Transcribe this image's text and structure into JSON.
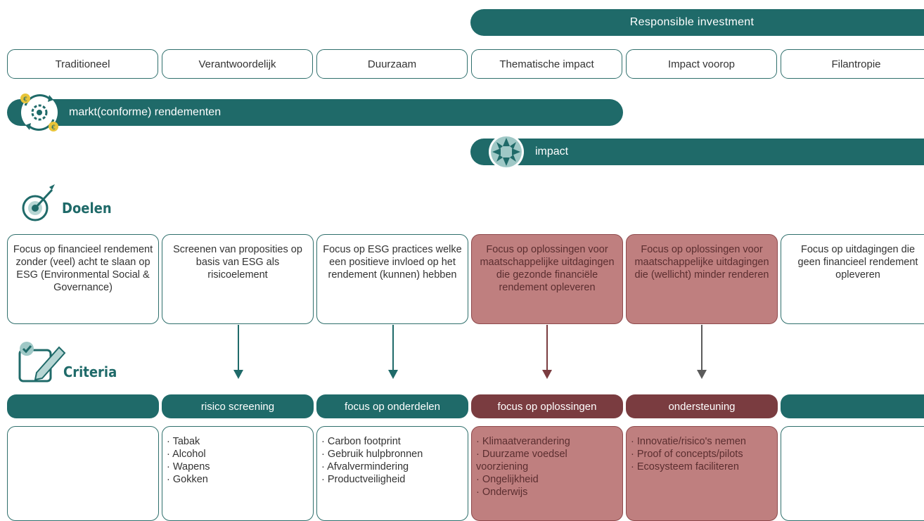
{
  "header": {
    "responsible_label": "Responsible investment"
  },
  "categories": [
    "Traditioneel",
    "Verantwoordelijk",
    "Duurzaam",
    "Thematische impact",
    "Impact voorop",
    "Filantropie"
  ],
  "bands": {
    "market": "markt(conforme) rendementen",
    "impact": "impact"
  },
  "sections": {
    "doelen": "Doelen",
    "criteria": "Criteria"
  },
  "goals": [
    "Focus op financieel rendement zonder (veel) acht te slaan op ESG (Environmental Social & Governance)",
    "Screenen van proposities op basis van ESG als risicoelement",
    "Focus op ESG practices welke een positieve invloed op het rendement (kunnen) hebben",
    "Focus op oplossingen voor maatschappelijke uitdagingen die gezonde financiële rendement opleveren",
    "Focus op oplossingen voor maatschappelijke uitdagingen die (wellicht) minder renderen",
    "Focus op uitdagingen die geen financieel rendement opleveren"
  ],
  "criteria_labels": [
    "",
    "risico screening",
    "focus op onderdelen",
    "focus op oplossingen",
    "ondersteuning",
    ""
  ],
  "criteria_items": [
    [],
    [
      "Tabak",
      "Alcohol",
      "Wapens",
      "Gokken"
    ],
    [
      "Carbon footprint",
      "Gebruik hulpbronnen",
      "Afvalvermindering",
      "Productveiligheid"
    ],
    [
      "Klimaatverandering",
      "Duurzame voedsel voorziening",
      "Ongelijkheid",
      "Onderwijs"
    ],
    [
      "Innovatie/risico's nemen",
      "Proof of concepts/pilots",
      "Ecosysteem faciliteren"
    ],
    []
  ],
  "icons": [
    "currency-cycle-icon",
    "compass-arrows-icon",
    "target-icon",
    "checklist-pencil-icon"
  ],
  "colors": {
    "teal": "#1f6a69",
    "red_fill": "#bf7f7f",
    "red_dark": "#8e4a4c",
    "coin": "#e8c53a"
  }
}
